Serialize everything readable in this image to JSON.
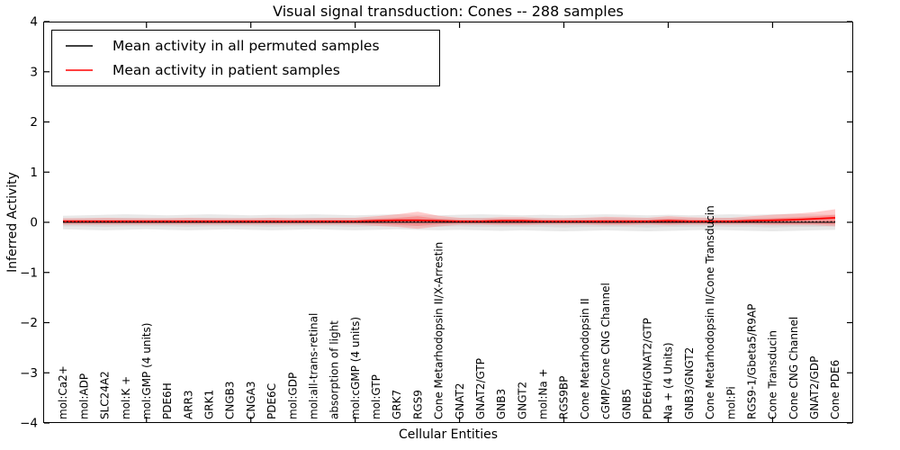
{
  "chart_data": {
    "type": "line",
    "title": "Visual signal transduction: Cones -- 288 samples",
    "xlabel": "Cellular Entities",
    "ylabel": "Inferred Activity",
    "ylim": [
      -4,
      4
    ],
    "grid": false,
    "legend_position": "upper left",
    "yticks": [
      {
        "v": 4,
        "label": "4"
      },
      {
        "v": 3,
        "label": "3"
      },
      {
        "v": 2,
        "label": "2"
      },
      {
        "v": 1,
        "label": "1"
      },
      {
        "v": 0,
        "label": "0"
      },
      {
        "v": -1,
        "label": "−1"
      },
      {
        "v": -2,
        "label": "−2"
      },
      {
        "v": -3,
        "label": "−3"
      },
      {
        "v": -4,
        "label": "−4"
      }
    ],
    "x_major_tick_indices": [
      4,
      9,
      14,
      19,
      24,
      29,
      34
    ],
    "categories": [
      "mol:Ca2+",
      "mol:ADP",
      "SLC24A2",
      "mol:K +",
      "mol:GMP (4 units)",
      "PDE6H",
      "ARR3",
      "GRK1",
      "CNGB3",
      "CNGA3",
      "PDE6C",
      "mol:GDP",
      "mol:all-trans-retinal",
      "absorption of light",
      "mol:cGMP (4 units)",
      "mol:GTP",
      "GRK7",
      "RGS9",
      "Cone Metarhodopsin II/X-Arrestin",
      "GNAT2",
      "GNAT2/GTP",
      "GNB3",
      "GNGT2",
      "mol:Na +",
      "RGS9BP",
      "Cone Metarhodopsin II",
      "cGMP/Cone CNG Channel",
      "GNB5",
      "PDE6H/GNAT2/GTP",
      "Na + (4 Units)",
      "GNB3/GNGT2",
      "Cone Metarhodopsin II/Cone Transducin",
      "mol:Pi",
      "RGS9-1/Gbeta5/R9AP",
      "Cone Transducin",
      "Cone CNG Channel",
      "GNAT2/GDP",
      "Cone PDE6"
    ],
    "series": [
      {
        "name": "Mean activity in all permuted samples",
        "color": "#000000",
        "values": [
          0,
          0,
          0,
          0,
          0,
          0,
          0,
          0,
          0,
          0,
          0,
          0,
          0,
          0,
          0,
          0,
          0,
          0,
          0,
          0,
          0,
          0,
          0,
          0,
          0,
          0,
          0,
          0,
          0,
          0,
          0,
          0,
          0,
          0,
          0,
          0,
          0,
          0
        ]
      },
      {
        "name": "Mean activity in patient samples",
        "color": "#ff0000",
        "values": [
          0.02,
          0.02,
          0.02,
          0.02,
          0.02,
          0.02,
          0.02,
          0.02,
          0.02,
          0.02,
          0.02,
          0.02,
          0.02,
          0.02,
          0.02,
          0.03,
          0.04,
          0.04,
          0.03,
          0.02,
          0.02,
          0.03,
          0.03,
          0.02,
          0.02,
          0.02,
          0.02,
          0.02,
          0.02,
          0.03,
          0.02,
          0.02,
          0.02,
          0.03,
          0.04,
          0.05,
          0.07,
          0.09
        ]
      }
    ],
    "bands": [
      {
        "name": "permuted-outer",
        "color": "#cccccc",
        "opacity": 0.45,
        "upper": [
          0.13,
          0.14,
          0.15,
          0.16,
          0.15,
          0.14,
          0.15,
          0.16,
          0.15,
          0.14,
          0.15,
          0.15,
          0.16,
          0.15,
          0.14,
          0.15,
          0.16,
          0.15,
          0.14,
          0.15,
          0.16,
          0.15,
          0.14,
          0.15,
          0.14,
          0.15,
          0.16,
          0.15,
          0.14,
          0.15,
          0.14,
          0.15,
          0.16,
          0.15,
          0.16,
          0.17,
          0.16,
          0.15
        ],
        "lower": [
          -0.14,
          -0.15,
          -0.16,
          -0.15,
          -0.14,
          -0.15,
          -0.16,
          -0.15,
          -0.14,
          -0.15,
          -0.16,
          -0.15,
          -0.14,
          -0.15,
          -0.16,
          -0.15,
          -0.14,
          -0.15,
          -0.16,
          -0.15,
          -0.16,
          -0.17,
          -0.16,
          -0.17,
          -0.18,
          -0.17,
          -0.16,
          -0.17,
          -0.18,
          -0.17,
          -0.16,
          -0.15,
          -0.16,
          -0.17,
          -0.18,
          -0.17,
          -0.16,
          -0.15
        ]
      },
      {
        "name": "permuted-inner",
        "color": "#cccccc",
        "opacity": 0.55,
        "upper": [
          0.07,
          0.08,
          0.08,
          0.09,
          0.08,
          0.08,
          0.08,
          0.09,
          0.08,
          0.08,
          0.08,
          0.08,
          0.09,
          0.08,
          0.08,
          0.08,
          0.09,
          0.08,
          0.08,
          0.08,
          0.09,
          0.08,
          0.08,
          0.08,
          0.08,
          0.08,
          0.09,
          0.08,
          0.08,
          0.08,
          0.08,
          0.08,
          0.09,
          0.08,
          0.09,
          0.09,
          0.09,
          0.08
        ],
        "lower": [
          -0.08,
          -0.08,
          -0.09,
          -0.08,
          -0.08,
          -0.08,
          -0.09,
          -0.08,
          -0.08,
          -0.08,
          -0.09,
          -0.08,
          -0.08,
          -0.08,
          -0.09,
          -0.08,
          -0.08,
          -0.08,
          -0.09,
          -0.08,
          -0.09,
          -0.09,
          -0.09,
          -0.09,
          -0.1,
          -0.09,
          -0.09,
          -0.09,
          -0.1,
          -0.09,
          -0.09,
          -0.08,
          -0.09,
          -0.09,
          -0.1,
          -0.09,
          -0.09,
          -0.08
        ]
      },
      {
        "name": "patient-outer",
        "color": "#ff7f7f",
        "opacity": 0.4,
        "upper": [
          0.08,
          0.08,
          0.09,
          0.08,
          0.08,
          0.08,
          0.09,
          0.08,
          0.08,
          0.08,
          0.09,
          0.08,
          0.08,
          0.09,
          0.09,
          0.12,
          0.16,
          0.21,
          0.13,
          0.09,
          0.08,
          0.1,
          0.1,
          0.08,
          0.08,
          0.09,
          0.11,
          0.1,
          0.09,
          0.12,
          0.1,
          0.09,
          0.09,
          0.12,
          0.15,
          0.17,
          0.2,
          0.26
        ],
        "lower": [
          -0.05,
          -0.05,
          -0.05,
          -0.05,
          -0.05,
          -0.05,
          -0.05,
          -0.05,
          -0.05,
          -0.05,
          -0.05,
          -0.05,
          -0.05,
          -0.05,
          -0.05,
          -0.07,
          -0.09,
          -0.13,
          -0.08,
          -0.05,
          -0.05,
          -0.06,
          -0.06,
          -0.05,
          -0.05,
          -0.05,
          -0.06,
          -0.06,
          -0.05,
          -0.06,
          -0.05,
          -0.05,
          -0.05,
          -0.05,
          -0.06,
          -0.06,
          -0.06,
          -0.08
        ]
      },
      {
        "name": "patient-inner",
        "color": "#ff6666",
        "opacity": 0.45,
        "upper": [
          0.05,
          0.05,
          0.05,
          0.05,
          0.05,
          0.05,
          0.05,
          0.05,
          0.05,
          0.05,
          0.05,
          0.05,
          0.05,
          0.05,
          0.05,
          0.07,
          0.09,
          0.12,
          0.07,
          0.05,
          0.05,
          0.06,
          0.06,
          0.05,
          0.05,
          0.05,
          0.06,
          0.06,
          0.05,
          0.07,
          0.06,
          0.05,
          0.05,
          0.07,
          0.08,
          0.1,
          0.12,
          0.15
        ],
        "lower": [
          -0.02,
          -0.02,
          -0.02,
          -0.02,
          -0.02,
          -0.02,
          -0.02,
          -0.02,
          -0.02,
          -0.02,
          -0.02,
          -0.02,
          -0.02,
          -0.02,
          -0.02,
          -0.03,
          -0.05,
          -0.07,
          -0.04,
          -0.02,
          -0.02,
          -0.03,
          -0.03,
          -0.02,
          -0.02,
          -0.02,
          -0.03,
          -0.03,
          -0.02,
          -0.03,
          -0.02,
          -0.02,
          -0.02,
          -0.02,
          -0.03,
          -0.03,
          -0.03,
          -0.04
        ]
      }
    ]
  }
}
